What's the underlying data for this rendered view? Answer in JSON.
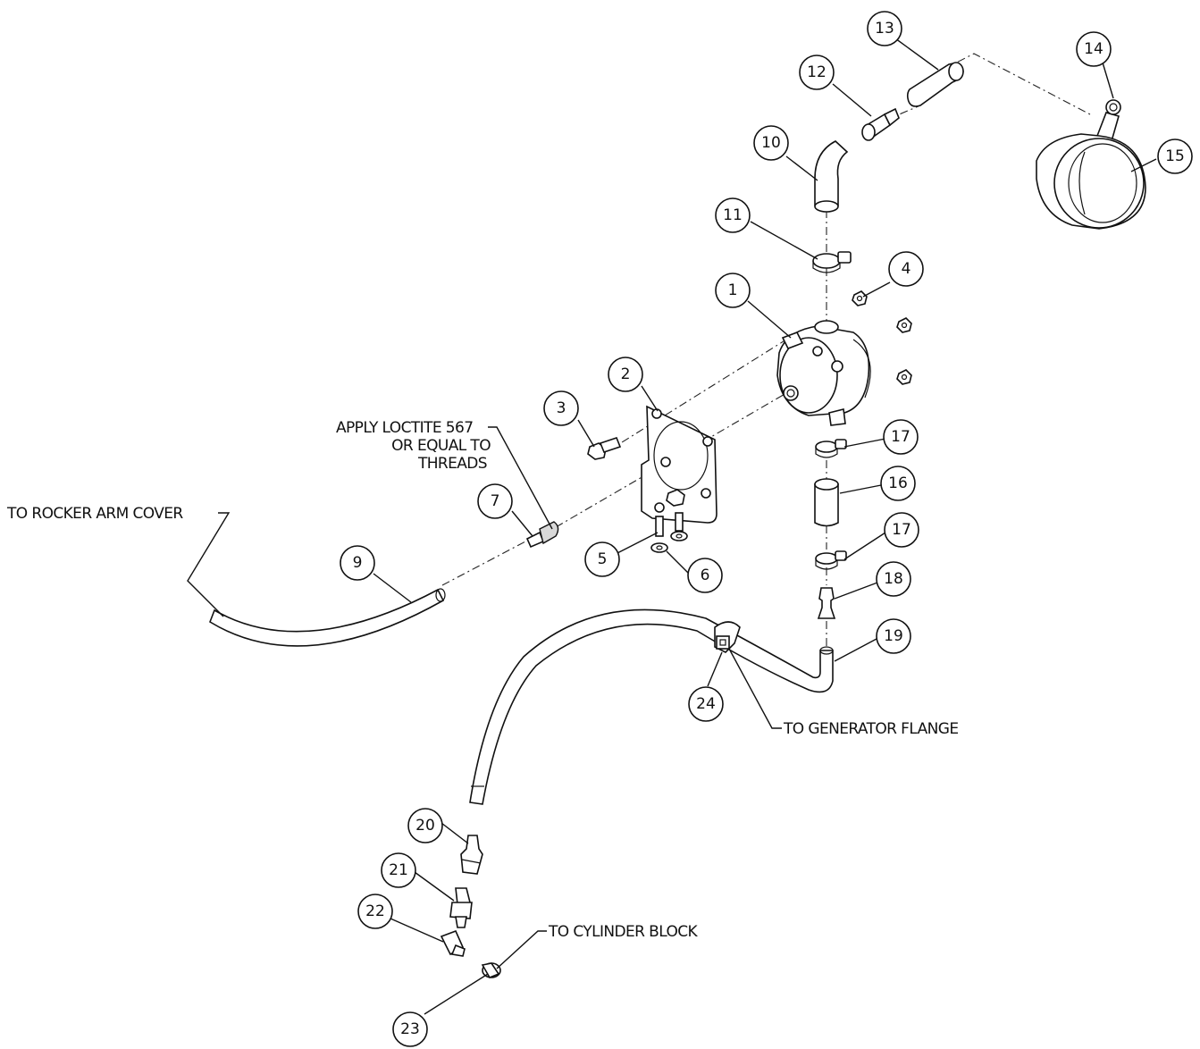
{
  "callouts": [
    "1",
    "2",
    "3",
    "4",
    "5",
    "6",
    "7",
    "9",
    "10",
    "11",
    "12",
    "13",
    "14",
    "15",
    "16",
    "17",
    "17",
    "18",
    "19",
    "20",
    "21",
    "22",
    "23",
    "24"
  ],
  "notes": {
    "loctite_line1": "APPLY LOCTITE 567",
    "loctite_line2": "OR EQUAL TO",
    "loctite_line3": "THREADS",
    "rocker": "TO ROCKER ARM COVER",
    "generator": "TO GENERATOR FLANGE",
    "cylinder": "TO CYLINDER BLOCK"
  }
}
